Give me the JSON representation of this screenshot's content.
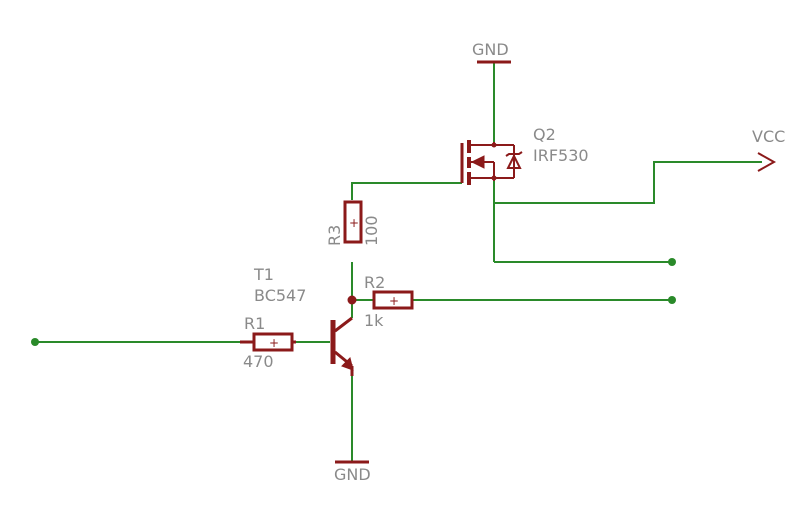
{
  "colors": {
    "wire": "#2a8a2a",
    "component": "#8b1a1a",
    "label": "#8a8a8a",
    "background": "#ffffff"
  },
  "components": {
    "q2": {
      "ref": "Q2",
      "value": "IRF530"
    },
    "t1": {
      "ref": "T1",
      "value": "BC547"
    },
    "r1": {
      "ref": "R1",
      "value": "470",
      "mark": "+"
    },
    "r2": {
      "ref": "R2",
      "value": "1k",
      "mark": "+"
    },
    "r3": {
      "ref": "R3",
      "value": "100",
      "mark": "+"
    }
  },
  "supplies": {
    "gnd_top": "GND",
    "gnd_bottom": "GND",
    "vcc": "VCC"
  }
}
